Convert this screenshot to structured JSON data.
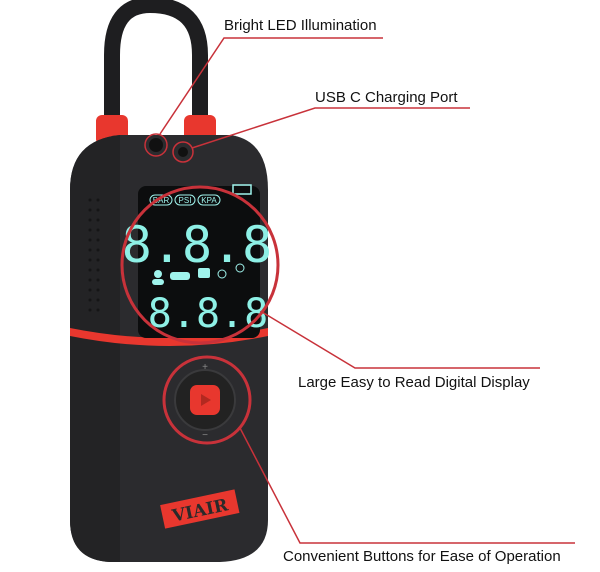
{
  "callouts": [
    {
      "label": "Bright LED Illumination"
    },
    {
      "label": "USB C Charging Port"
    },
    {
      "label": "Large Easy to Read Digital Display"
    },
    {
      "label": "Convenient Buttons for Ease of Operation"
    }
  ],
  "display": {
    "units": [
      "BAR",
      "PSI",
      "KPA"
    ],
    "top_reading": "8.8.8",
    "bottom_reading": "8.8.8"
  },
  "device": {
    "brand": "VIAIR"
  },
  "colors": {
    "accent": "#e8372e",
    "body": "#2b2b2e",
    "lcd": "#8ef0e6",
    "callout": "#c8323a"
  }
}
